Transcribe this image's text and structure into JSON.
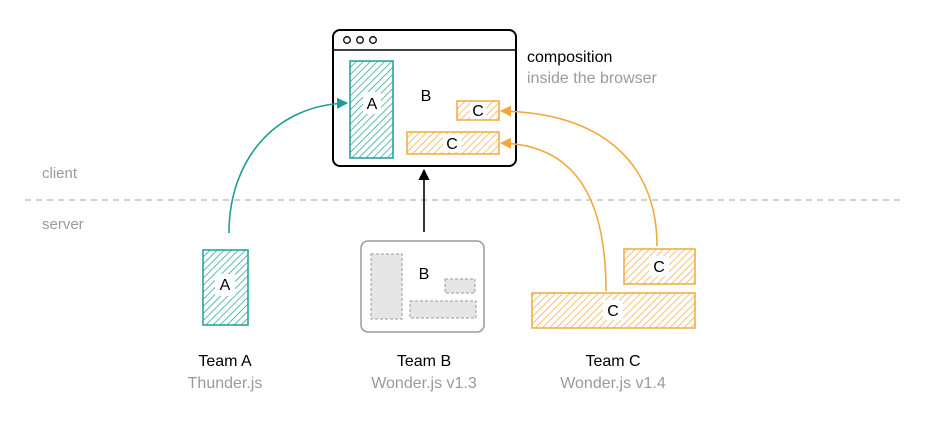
{
  "composition": {
    "title": "composition",
    "subtitle": "inside the browser"
  },
  "zones": {
    "client": "client",
    "server": "server"
  },
  "letters": {
    "a": "A",
    "b": "B",
    "c": "C"
  },
  "teams": [
    {
      "name": "Team A",
      "tech": "Thunder.js"
    },
    {
      "name": "Team B",
      "tech": "Wonder.js v1.3"
    },
    {
      "name": "Team C",
      "tech": "Wonder.js v1.4"
    }
  ],
  "colors": {
    "team_a": "#1a9e95",
    "team_c": "#f2a93b",
    "team_b_fill": "#e6e6e6",
    "team_b_border": "#9a9a9a",
    "divider": "#b5b5b5",
    "muted_text": "#9a9a9a"
  }
}
